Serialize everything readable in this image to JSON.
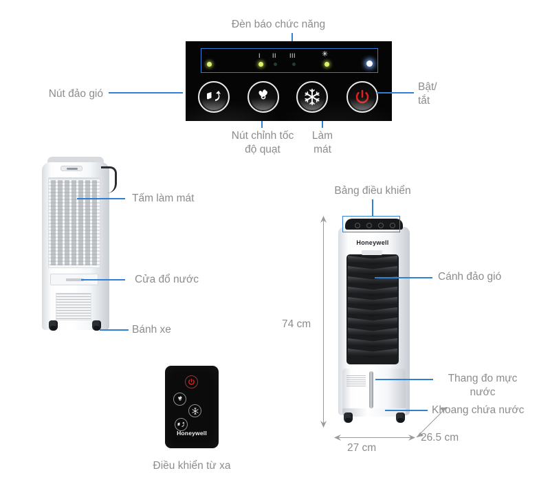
{
  "product": {
    "brand": "Honeywell",
    "type": "air-cooler-spec-diagram"
  },
  "panel": {
    "title": "Đèn báo chức năng",
    "indicator_marks": [
      "I",
      "II",
      "III"
    ],
    "indicator_snow": "✳",
    "leds": [
      {
        "name": "swing-led",
        "color": "#dff26a"
      },
      {
        "name": "speed-1-led",
        "color": "#dff26a"
      },
      {
        "name": "speed-2-led",
        "color": "#2d4a33"
      },
      {
        "name": "speed-3-led",
        "color": "#2d4a33"
      },
      {
        "name": "cool-led",
        "color": "#dff26a"
      },
      {
        "name": "power-led",
        "color": "#ffffff"
      }
    ],
    "buttons": [
      {
        "name": "swing-button",
        "label": "Nút đảo gió",
        "glyph": "⇄"
      },
      {
        "name": "fan-speed-button",
        "label": "Nút chỉnh tốc\nđộ quạt",
        "glyph": "✿"
      },
      {
        "name": "cool-button",
        "label": "Làm\nmát",
        "glyph": "❄"
      },
      {
        "name": "power-button",
        "label": "Bật/\ntắt",
        "glyph": "⏻"
      }
    ]
  },
  "callouts": {
    "cooling_pad": "Tấm làm mát",
    "water_inlet": "Cửa đổ nước",
    "wheels": "Bánh xe",
    "control_panel": "Bảng điều khiển",
    "swing_blades": "Cánh đảo gió",
    "water_level_gauge": "Thang đo mực\nnước",
    "water_tank": "Khoang chứa nước",
    "remote": "Điều khiển từ xa"
  },
  "dimensions": {
    "height": "74 cm",
    "width": "27 cm",
    "depth": "26.5 cm"
  },
  "colors": {
    "leader_line": "#2f7fd4",
    "label_text": "#8c8c8c",
    "power_icon": "#e01f1f",
    "panel_bg": "#050505"
  }
}
